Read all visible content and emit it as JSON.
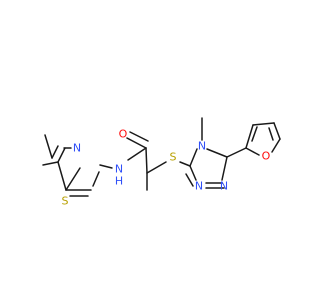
{
  "molecule": {
    "atom_labels": {
      "amide_o": "O",
      "amide_n": "N",
      "amide_h": "H",
      "thiazole_s": "S",
      "thiazole_n": "N",
      "thioether_s": "S",
      "triazole_n4": "N",
      "triazole_n1": "N",
      "triazole_n2": "N",
      "furan_o": "O"
    },
    "colors": {
      "bond": "#1a1a1a",
      "oxygen": "#ff0d0d",
      "nitrogen": "#3050f8",
      "sulfur": "#b8a000",
      "carbon": "#1a1a1a"
    }
  }
}
